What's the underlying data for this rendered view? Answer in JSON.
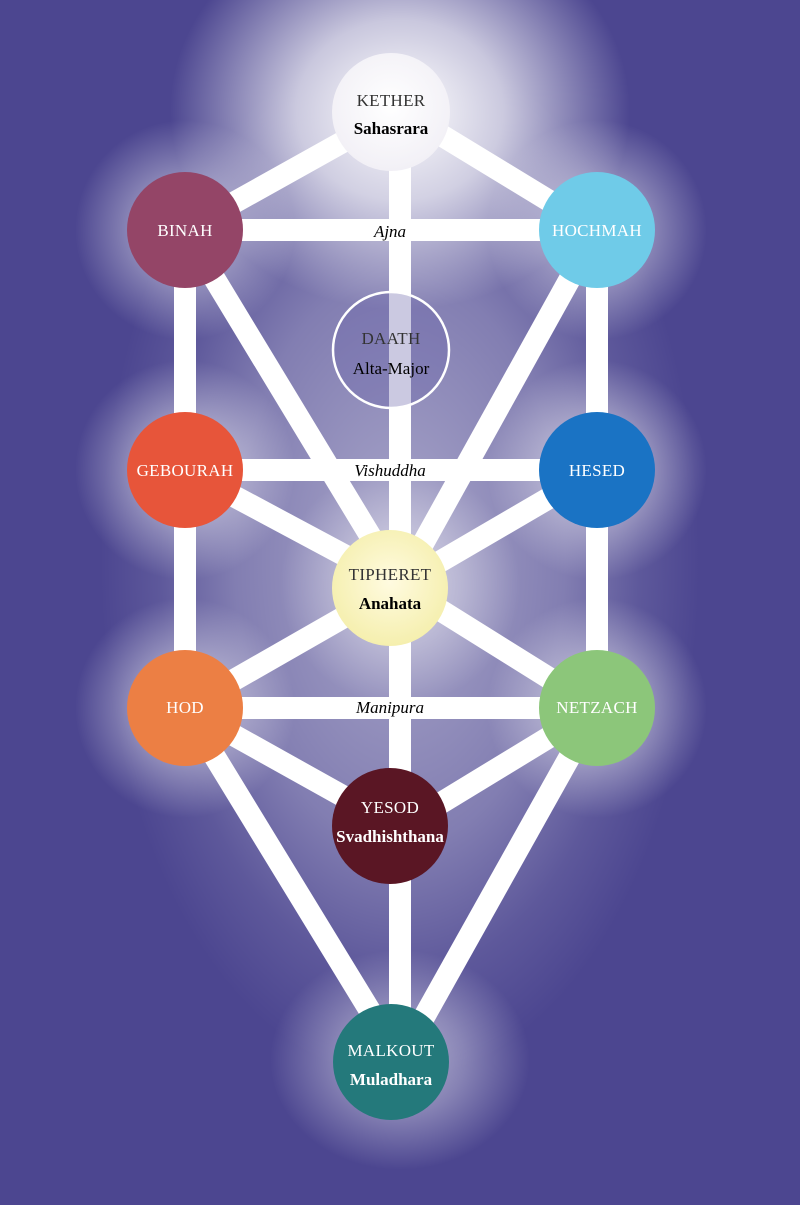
{
  "background": "#4c4690",
  "glow_color": "#ffffff",
  "path_color": "#ffffff",
  "sephiroth": {
    "kether": {
      "name": "KETHER",
      "chakra": "Sahasrara",
      "fill": "#ffffff",
      "text_color": "#333333",
      "chakra_color": "#000000"
    },
    "binah": {
      "name": "BINAH",
      "chakra": "",
      "fill": "#944567",
      "text_color": "#ffffff",
      "chakra_color": "#ffffff"
    },
    "hochmah": {
      "name": "HOCHMAH",
      "chakra": "",
      "fill": "#6fcbe8",
      "text_color": "#ffffff",
      "chakra_color": "#ffffff"
    },
    "daath": {
      "name": "DAATH",
      "chakra": "Alta-Major",
      "fill": "none",
      "text_color": "#333333",
      "chakra_color": "#000000"
    },
    "gebourah": {
      "name": "GEBOURAH",
      "chakra": "",
      "fill": "#e7553a",
      "text_color": "#ffffff",
      "chakra_color": "#ffffff"
    },
    "hesed": {
      "name": "HESED",
      "chakra": "",
      "fill": "#1a73c4",
      "text_color": "#ffffff",
      "chakra_color": "#ffffff"
    },
    "tipheret": {
      "name": "TIPHERET",
      "chakra": "Anahata",
      "fill": "#fbf5c0",
      "text_color": "#333333",
      "chakra_color": "#000000"
    },
    "hod": {
      "name": "HOD",
      "chakra": "",
      "fill": "#ec7f44",
      "text_color": "#ffffff",
      "chakra_color": "#ffffff"
    },
    "netzach": {
      "name": "NETZACH",
      "chakra": "",
      "fill": "#8cc67a",
      "text_color": "#ffffff",
      "chakra_color": "#ffffff"
    },
    "yesod": {
      "name": "YESOD",
      "chakra": "Svadhishthana",
      "fill": "#5a1624",
      "text_color": "#ffffff",
      "chakra_color": "#ffffff"
    },
    "malkout": {
      "name": "MALKOUT",
      "chakra": "Muladhara",
      "fill": "#24797b",
      "text_color": "#ffffff",
      "chakra_color": "#ffffff"
    }
  },
  "path_labels": {
    "ajna": "Ajna",
    "vishuddha": "Vishuddha",
    "manipura": "Manipura"
  }
}
